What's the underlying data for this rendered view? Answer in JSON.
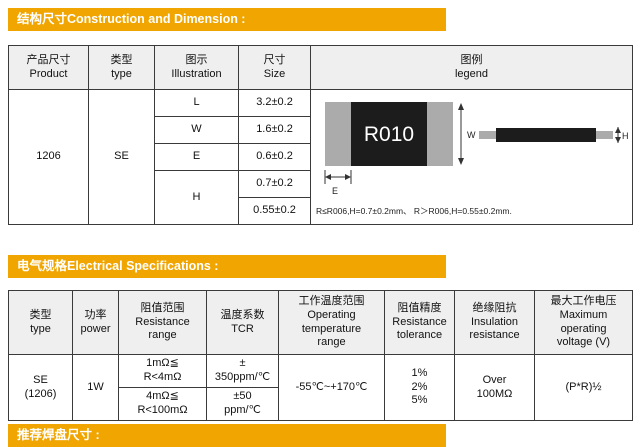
{
  "colors": {
    "accent": "#F0A500",
    "table_header_bg": "#EFEFEF",
    "chip_terminal": "#ABABAB",
    "chip_body": "#1C1C1C"
  },
  "sections": {
    "construction": {
      "title": "结构尺寸Construction and Dimension :"
    },
    "electrical": {
      "title": "电气规格Electrical Specifications :"
    },
    "partial": {
      "title": "推荐焊盘尺寸 :"
    }
  },
  "dim_table": {
    "headers": {
      "product": "产品尺寸\nProduct",
      "type": "类型\ntype",
      "illustration": "图示\nIllustration",
      "size": "尺寸\nSize",
      "legend": "图例\nlegend"
    },
    "product": "1206",
    "type": "SE",
    "rows": [
      {
        "dim": "L",
        "size": "3.2±0.2"
      },
      {
        "dim": "W",
        "size": "1.6±0.2"
      },
      {
        "dim": "E",
        "size": "0.6±0.2"
      },
      {
        "dim": "H",
        "size": "0.7±0.2",
        "size2": "0.55±0.2"
      }
    ],
    "legend": {
      "marking": "R010",
      "dim_w": "W",
      "dim_e": "E",
      "dim_h": "H",
      "note": "R≤R006,H=0.7±0.2mm、 R＞R006,H=0.55±0.2mm."
    }
  },
  "spec_table": {
    "headers": [
      "类型\ntype",
      "功率\npower",
      "阻值范围\nResistance\nrange",
      "温度系数\nTCR",
      "工作温度范围\nOperating\ntemperature\nrange",
      "阻值精度\nResistance\ntolerance",
      "绝缘阻抗\nInsulation\nresistance",
      "最大工作电压\nMaximum\noperating\nvoltage (V)"
    ],
    "body": {
      "type": "SE\n(1206)",
      "power": "1W",
      "range_row1": "1mΩ≦\nR<4mΩ",
      "range_row2": "4mΩ≦\nR<100mΩ",
      "tcr_row1": "±\n350ppm/℃",
      "tcr_row2": "±50\nppm/℃",
      "temp": "-55℃~+170℃",
      "tolerance": "1%\n2%\n5%",
      "insulation": "Over\n100MΩ",
      "voltage": "(P*R)½"
    }
  }
}
